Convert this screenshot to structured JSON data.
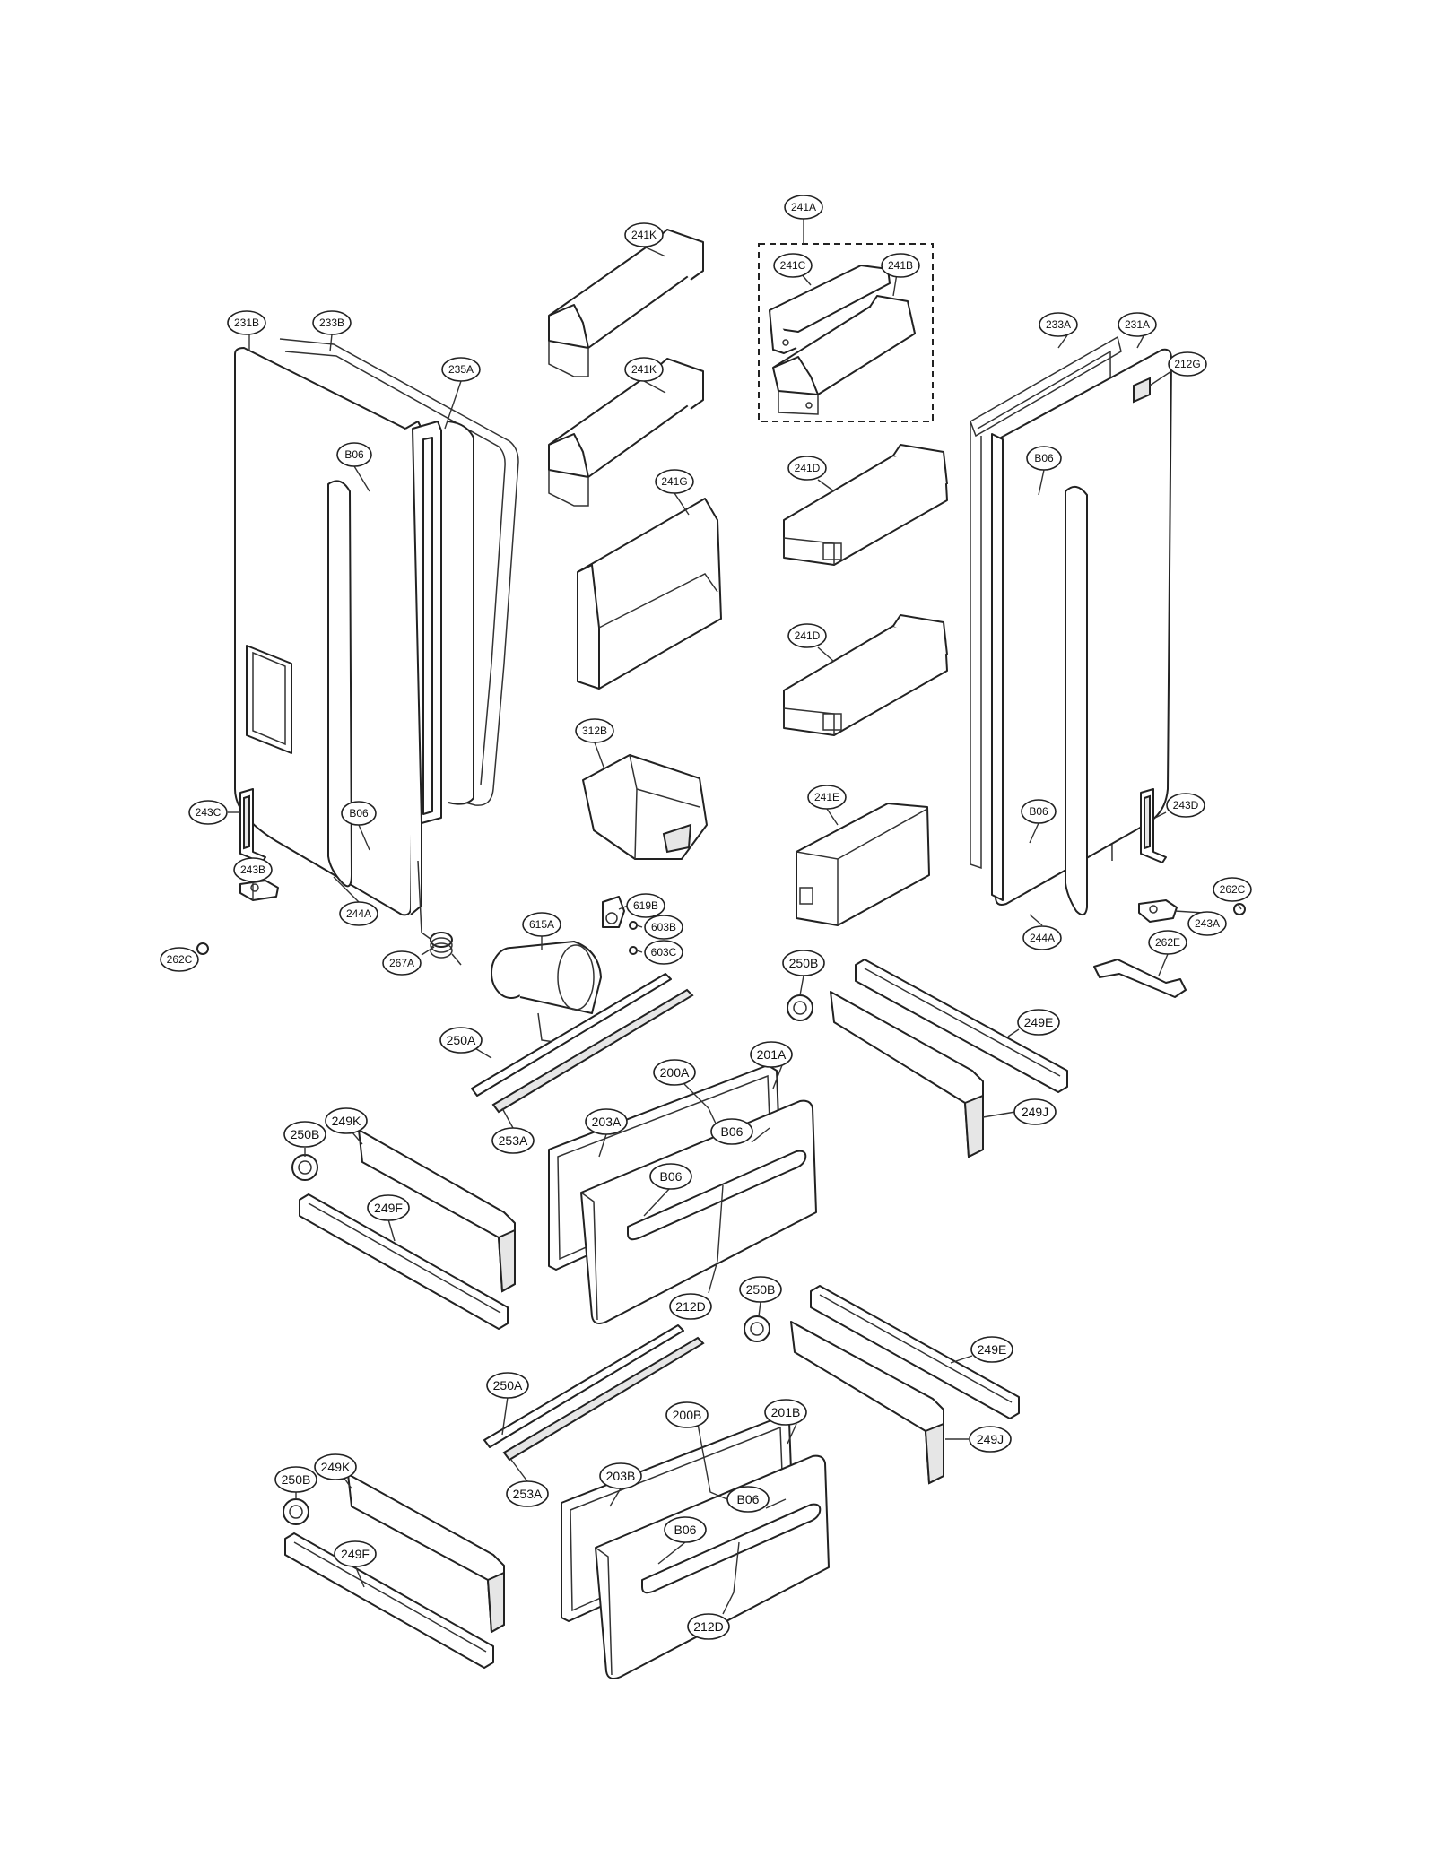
{
  "labels": {
    "d231B": "231B",
    "d233B": "233B",
    "d235A": "235A",
    "b06_ul": "B06",
    "b06_ll": "B06",
    "d243C": "243C",
    "d243B": "243B",
    "d262C_l": "262C",
    "d244A_l": "244A",
    "d267A": "267A",
    "d241K_1": "241K",
    "d241K_2": "241K",
    "d241G": "241G",
    "d312B": "312B",
    "d619B": "619B",
    "d603B": "603B",
    "d603C": "603C",
    "d615A": "615A",
    "d241A": "241A",
    "d241C": "241C",
    "d241B": "241B",
    "d241D_1": "241D",
    "d241D_2": "241D",
    "d241E": "241E",
    "d233A": "233A",
    "d231A": "231A",
    "d212G": "212G",
    "b06_ur": "B06",
    "b06_lr": "B06",
    "d243D": "243D",
    "d262C_r": "262C",
    "d243A": "243A",
    "d244A_r": "244A",
    "d262E": "262E",
    "d250B_1": "250B",
    "d249E_1": "249E",
    "d249J_1": "249J",
    "d250A_1": "250A",
    "d253A_1": "253A",
    "d200A": "200A",
    "d201A": "201A",
    "d203A": "203A",
    "b06_d1a": "B06",
    "b06_d1b": "B06",
    "d212D_1": "212D",
    "d250B_2": "250B",
    "d249K_1": "249K",
    "d249F_1": "249F",
    "d250B_3": "250B",
    "d249E_2": "249E",
    "d249J_2": "249J",
    "d250A_2": "250A",
    "d253A_2": "253A",
    "d200B": "200B",
    "d201B": "201B",
    "d203B": "203B",
    "b06_d2a": "B06",
    "b06_d2b": "B06",
    "d212D_2": "212D",
    "d250B_4": "250B",
    "d249K_2": "249K",
    "d249F_2": "249F"
  }
}
